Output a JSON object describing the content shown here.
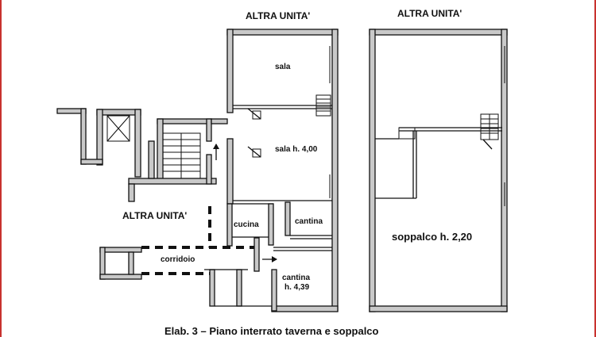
{
  "labels": {
    "altra_unita_top": "ALTRA UNITA'",
    "altra_unita_right": "ALTRA UNITA'",
    "altra_unita_left": "ALTRA UNITA'",
    "sala": "sala",
    "sala_h": "sala h. 4,00",
    "cucina": "cucina",
    "cantina": "cantina",
    "corridoio": "corridoio",
    "cantina_h_line1": "cantina",
    "cantina_h_line2": "h. 4,39",
    "soppalco": "soppalco h. 2,20"
  },
  "caption": "Elab. 3 – Piano interrato taverna e soppalco",
  "colors": {
    "frame": "#c8322f",
    "wall_fill": "#c9c9c9",
    "ink": "#111111"
  }
}
